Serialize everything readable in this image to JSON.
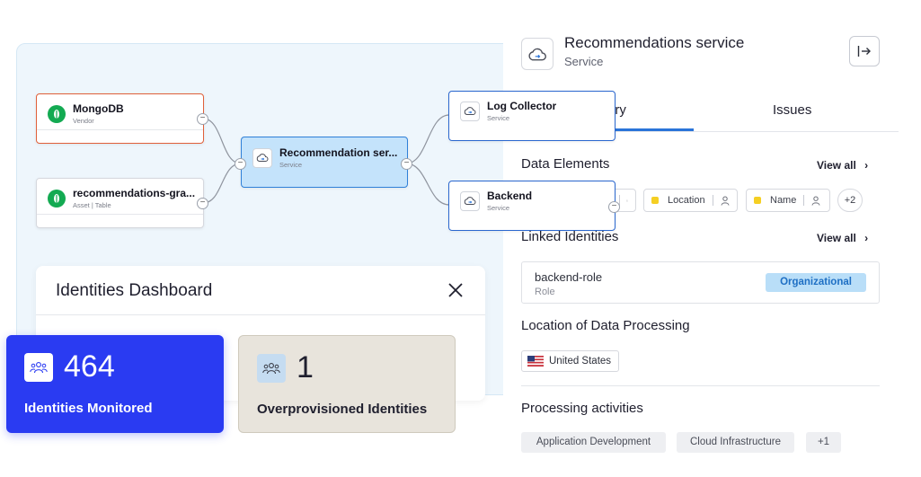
{
  "graph": {
    "nodes": {
      "mongodb": {
        "title": "MongoDB",
        "subtitle": "Vendor"
      },
      "reco_graph": {
        "title": "recommendations-gra...",
        "subtitle": "Asset | Table"
      },
      "reco_service": {
        "title": "Recommendation ser...",
        "subtitle": "Service"
      },
      "log_collector": {
        "title": "Log Collector",
        "subtitle": "Service"
      },
      "backend": {
        "title": "Backend",
        "subtitle": "Service"
      }
    },
    "collapse_symbol": "−"
  },
  "dashboard": {
    "title": "Identities Dashboard",
    "cards": [
      {
        "value": "464",
        "label": "Identities Monitored"
      },
      {
        "value": "1",
        "label": "Overprovisioned Identities"
      }
    ]
  },
  "panel": {
    "title": "Recommendations service",
    "subtitle": "Service",
    "tabs": [
      {
        "label": "ary"
      },
      {
        "label": "Issues"
      }
    ],
    "data_elements": {
      "heading": "Data Elements",
      "view_all": "View all",
      "chips": [
        {
          "label": "Location"
        },
        {
          "label": "Name"
        }
      ],
      "more": "+2"
    },
    "linked_identities": {
      "heading": "Linked Identities",
      "view_all": "View all",
      "identity": {
        "name": "backend-role",
        "role": "Role",
        "badge": "Organizational"
      }
    },
    "location": {
      "heading": "Location of Data Processing",
      "country": "United States"
    },
    "processing": {
      "heading": "Processing activities",
      "activities": [
        "Application Development",
        "Cloud Infrastructure"
      ],
      "more": "+1"
    }
  },
  "colors": {
    "accent_blue": "#2a3bf2",
    "tab_active": "#2a74d9",
    "badge_bg": "#b9def8",
    "badge_text": "#1e6fc4",
    "chip_marker": "#f5cf23",
    "vendor_border": "#e0603a",
    "selected_node": "#c4e3fb",
    "mongo_green": "#13aa52"
  }
}
